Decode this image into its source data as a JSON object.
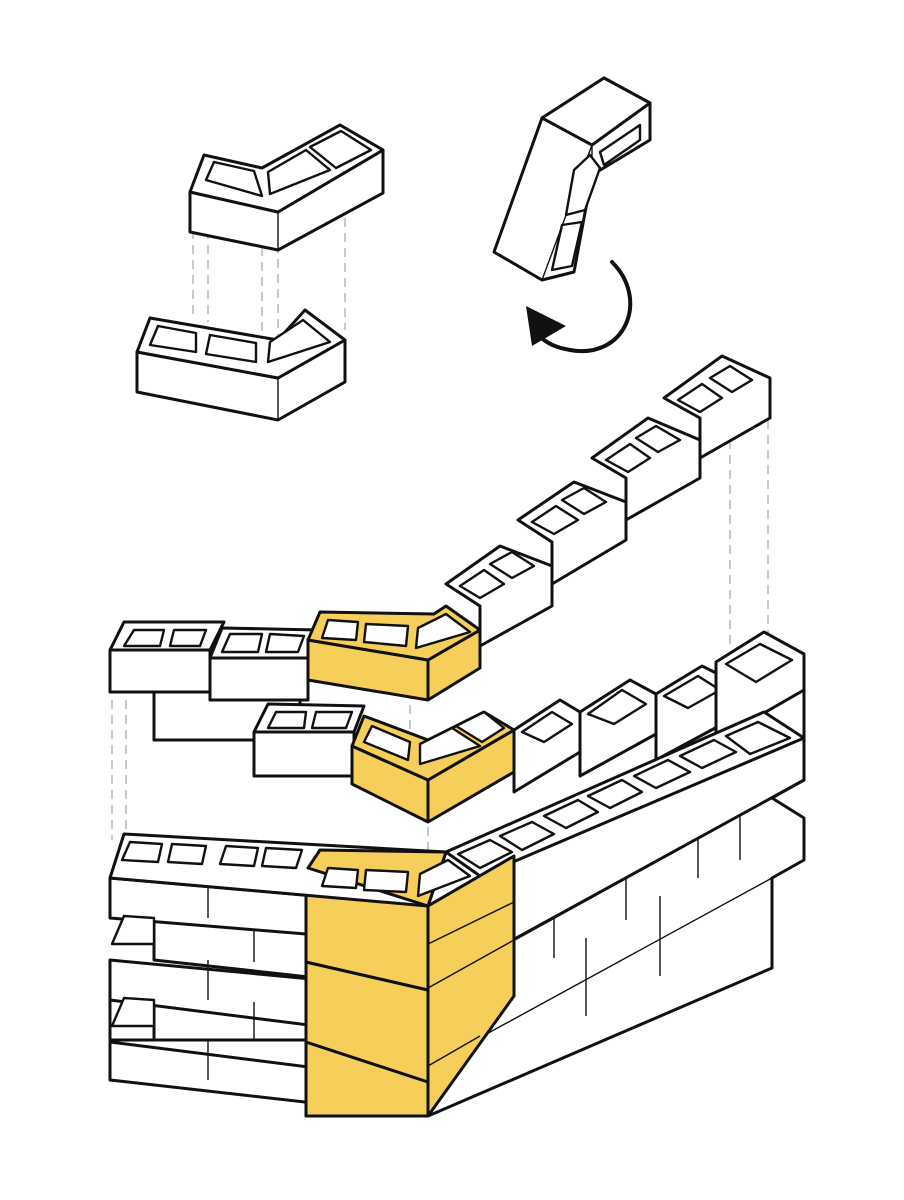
{
  "colors": {
    "background": "#ffffff",
    "outline": "#111111",
    "highlight": "#f5cf5a",
    "guide": "#9aa7b4"
  },
  "icons": {
    "rotation": "rotate-arrow-icon"
  },
  "elements": {
    "exploded_blocks": 2,
    "rotated_block": 1,
    "wall_courses": 3,
    "floating_courses": 2
  }
}
